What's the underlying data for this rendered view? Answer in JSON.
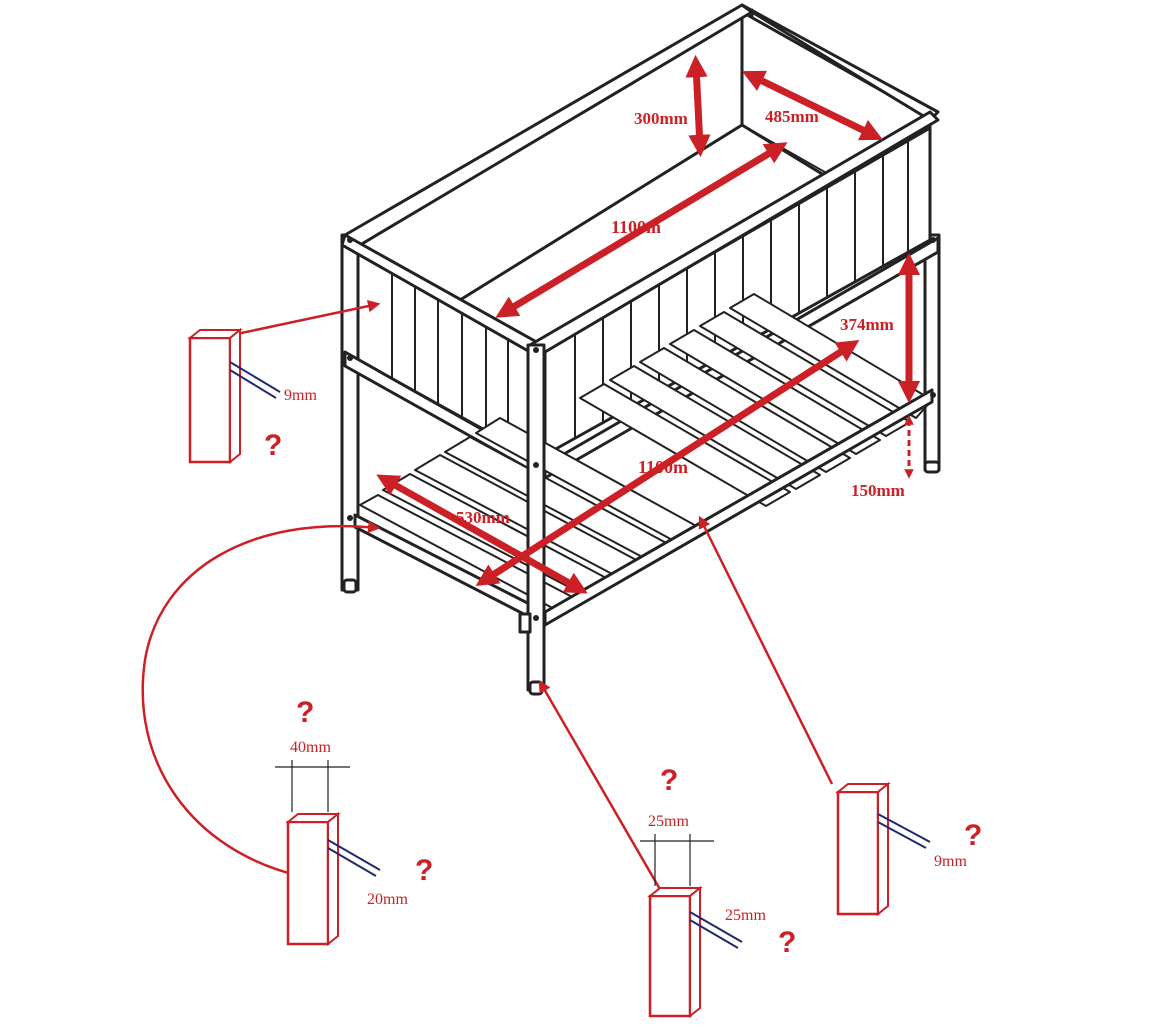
{
  "colors": {
    "accent": "#cc2027",
    "outline": "#222222",
    "profile": "#1f2a6b"
  },
  "dimensions": {
    "box_height": "300mm",
    "box_depth": "485mm",
    "box_length": "1100m",
    "leg_gap": "374mm",
    "shelf_length": "1100m",
    "shelf_depth": "530mm",
    "foot_height": "150mm"
  },
  "profiles": {
    "panel": {
      "thickness": "9mm",
      "question": "?"
    },
    "shelf_rail": {
      "width": "40mm",
      "depth": "20mm",
      "question_top": "?",
      "question_side": "?"
    },
    "leg": {
      "width": "25mm",
      "depth": "25mm",
      "question_top": "?",
      "question_side": "?"
    },
    "slat": {
      "thickness": "9mm",
      "question": "?"
    }
  }
}
